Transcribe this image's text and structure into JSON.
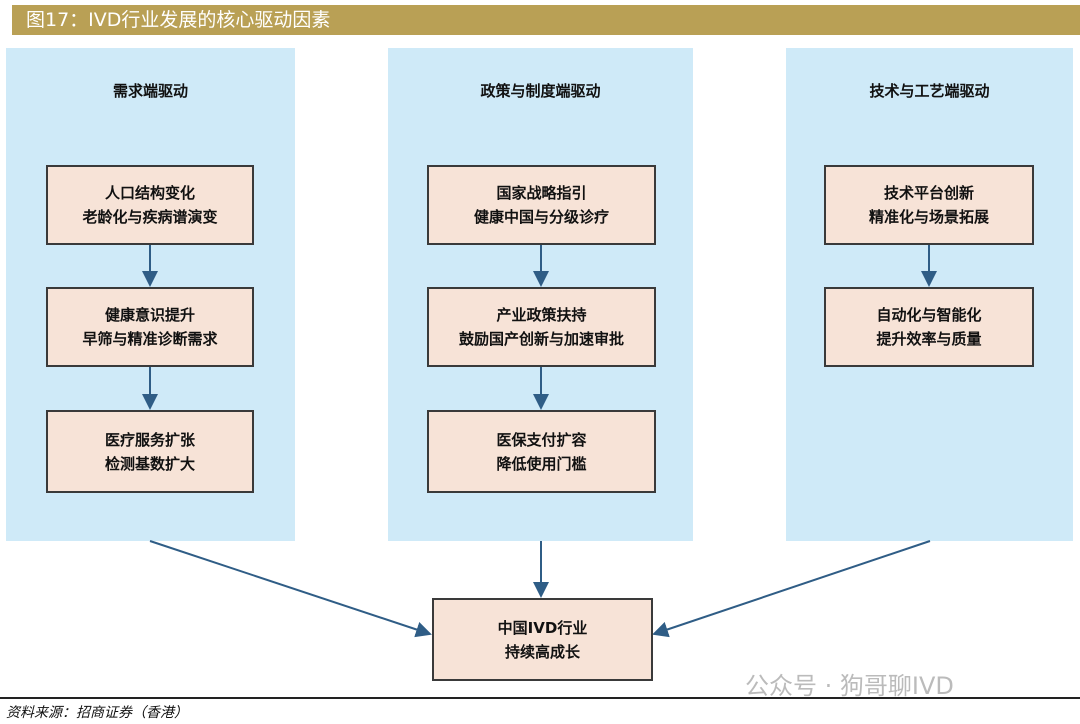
{
  "title": "图17：IVD行业发展的核心驱动因素",
  "columns": [
    {
      "title": "需求端驱动",
      "boxes": [
        {
          "l1": "人口结构变化",
          "l2": "老龄化与疾病谱演变"
        },
        {
          "l1": "健康意识提升",
          "l2": "早筛与精准诊断需求"
        },
        {
          "l1": "医疗服务扩张",
          "l2": "检测基数扩大"
        }
      ]
    },
    {
      "title": "政策与制度端驱动",
      "boxes": [
        {
          "l1": "国家战略指引",
          "l2": "健康中国与分级诊疗"
        },
        {
          "l1": "产业政策扶持",
          "l2": "鼓励国产创新与加速审批"
        },
        {
          "l1": "医保支付扩容",
          "l2": "降低使用门槛"
        }
      ]
    },
    {
      "title": "技术与工艺端驱动",
      "boxes": [
        {
          "l1": "技术平台创新",
          "l2": "精准化与场景拓展"
        },
        {
          "l1": "自动化与智能化",
          "l2": "提升效率与质量"
        }
      ]
    }
  ],
  "result": {
    "l1": "中国IVD行业",
    "l2": "持续高成长"
  },
  "source": "资料来源：招商证券（香港）",
  "watermark": "公众号 · 狗哥聊IVD"
}
